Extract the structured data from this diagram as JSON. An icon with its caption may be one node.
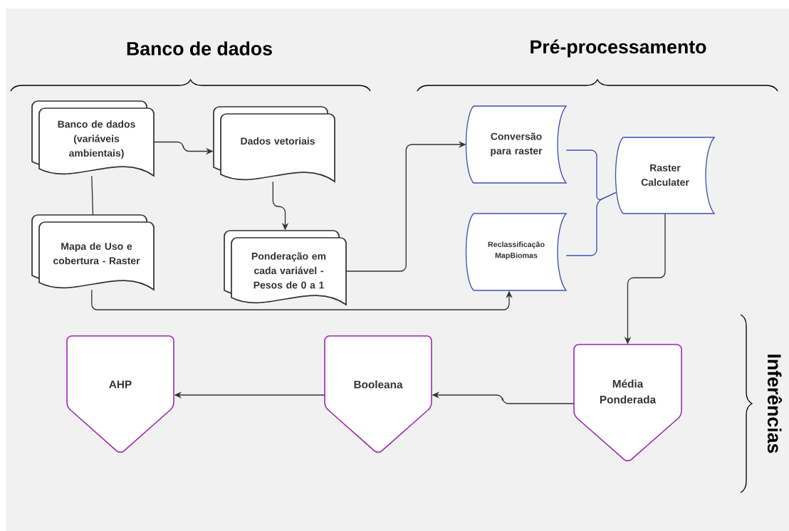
{
  "diagram": {
    "nodes": [
      {
        "text": [
          "Banco de dados (variáveis ambientais)"
        ]
      },
      {
        "text": [
          "Dados vetoriais"
        ]
      },
      {
        "text": [
          "Mapa de Uso e cobertura - Raster"
        ]
      },
      {
        "text": [
          "Ponderação em cada variável - Pesos de 0 a 1"
        ]
      },
      {
        "text": [
          "Conversão para raster"
        ]
      },
      {
        "text": [
          "Reclassificação MapBiomas"
        ]
      },
      {
        "text": [
          "Raster Calculater"
        ]
      },
      {
        "text": [
          "Média Ponderada"
        ]
      },
      {
        "text": [
          "Booleana"
        ]
      },
      {
        "text": [
          "AHP"
        ]
      }
    ],
    "edges": [
      {
        "from": 0,
        "to": 1,
        "arrow": "to"
      },
      {
        "from": 0,
        "to": 2,
        "arrow": "none"
      },
      {
        "from": 1,
        "to": 3,
        "arrow": "to"
      },
      {
        "from": 3,
        "to": 4,
        "arrow": "to"
      },
      {
        "from": 2,
        "to": 5,
        "arrow": "to"
      },
      {
        "from": 4,
        "to": 6,
        "arrow": "none",
        "color": "#3f51b5"
      },
      {
        "from": 5,
        "to": 6,
        "arrow": "none",
        "color": "#3f51b5"
      },
      {
        "from": 6,
        "to": 7,
        "arrow": "to"
      },
      {
        "from": 7,
        "to": 8,
        "arrow": "to"
      },
      {
        "from": 8,
        "to": 9,
        "arrow": "to"
      }
    ],
    "labels": [
      "Banco de dados",
      "Pré-processamento",
      "Inferências"
    ]
  }
}
